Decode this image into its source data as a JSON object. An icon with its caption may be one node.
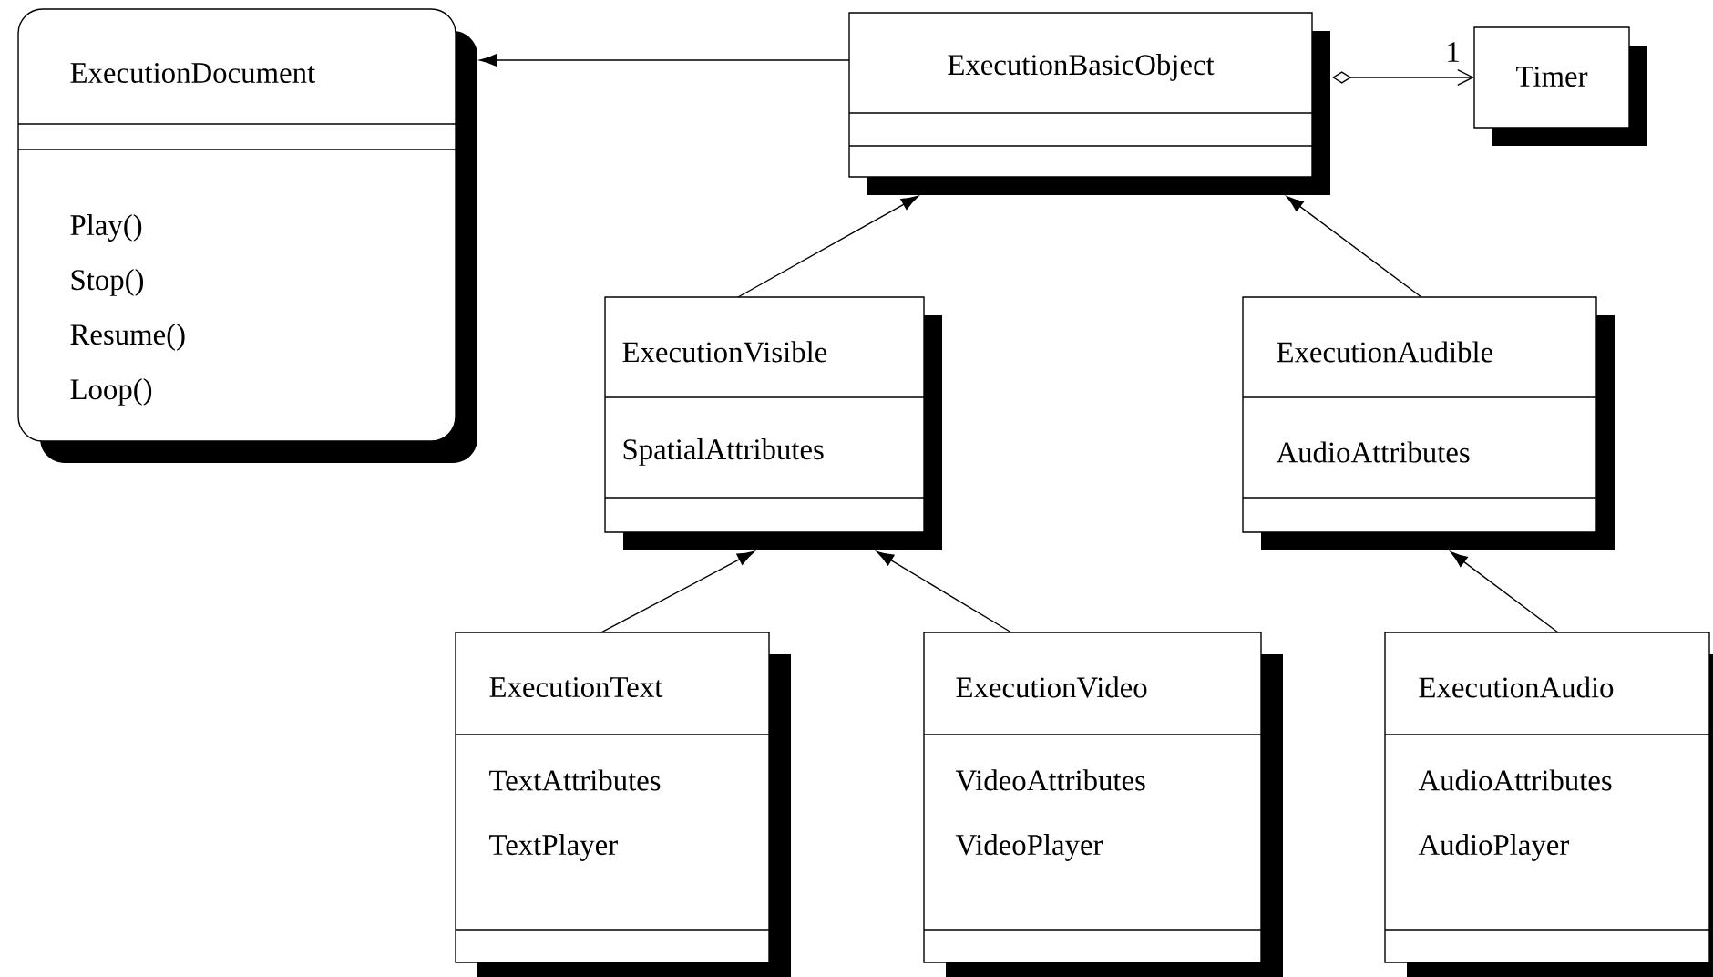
{
  "diagram": {
    "nodes": [
      {
        "text": [
          "ExecutionDocument",
          "Play()",
          "Stop()",
          "Resume()",
          "Loop()"
        ]
      },
      {
        "text": [
          "ExecutionBasicObject"
        ]
      },
      {
        "text": [
          "Timer"
        ]
      },
      {
        "text": [
          "ExecutionVisible",
          "SpatialAttributes"
        ]
      },
      {
        "text": [
          "ExecutionAudible",
          "AudioAttributes"
        ]
      },
      {
        "text": [
          "ExecutionText",
          "TextAttributes",
          "TextPlayer"
        ]
      },
      {
        "text": [
          "ExecutionVideo",
          "VideoAttributes",
          "VideoPlayer"
        ]
      },
      {
        "text": [
          "ExecutionAudio",
          "AudioAttributes",
          "AudioPlayer"
        ]
      }
    ],
    "edges": [
      {
        "from": 1,
        "to": 0,
        "arrow": "to"
      },
      {
        "from": 1,
        "to": 2,
        "arrow": "to",
        "label": "1"
      },
      {
        "from": 3,
        "to": 1,
        "arrow": "to"
      },
      {
        "from": 4,
        "to": 1,
        "arrow": "to"
      },
      {
        "from": 5,
        "to": 3,
        "arrow": "to"
      },
      {
        "from": 6,
        "to": 3,
        "arrow": "to"
      },
      {
        "from": 7,
        "to": 4,
        "arrow": "to"
      }
    ]
  }
}
